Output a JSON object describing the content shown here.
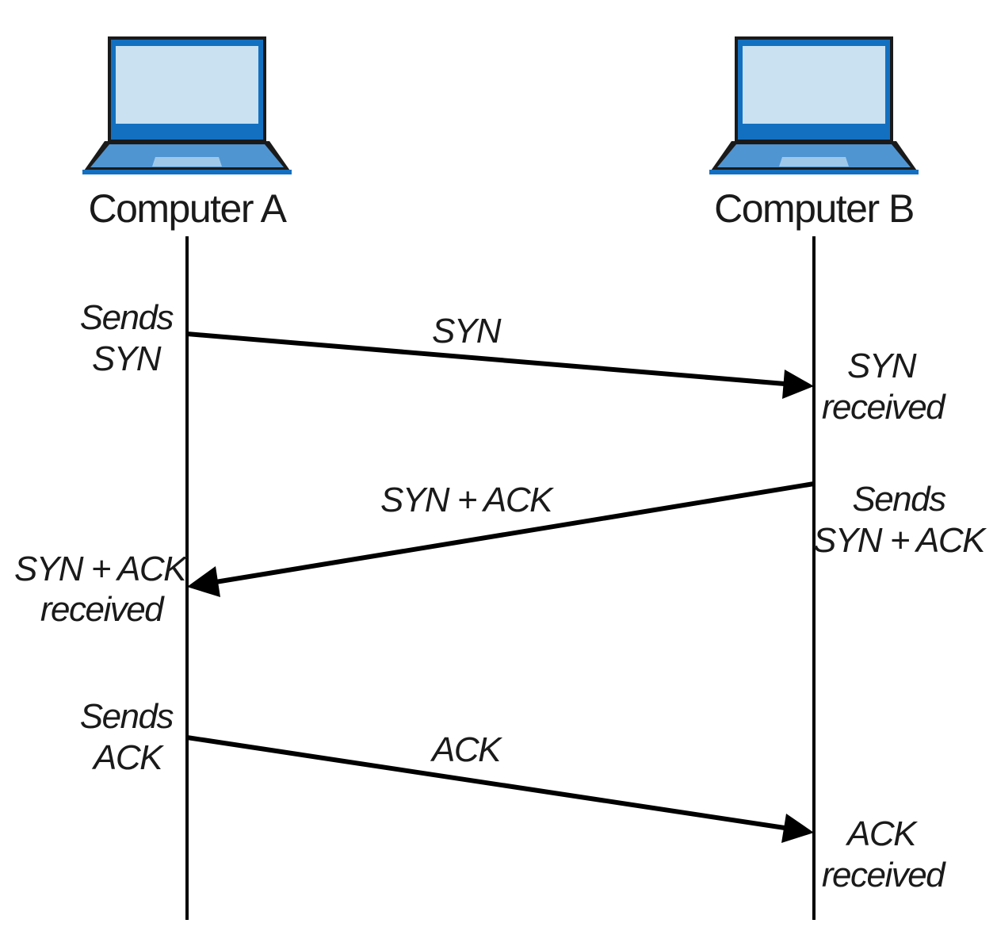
{
  "hosts": {
    "a": {
      "label": "Computer A"
    },
    "b": {
      "label": "Computer B"
    }
  },
  "colors": {
    "laptop_frame": "#1a1a1a",
    "laptop_screen": "#c9e1f1",
    "laptop_blue": "#1370c0",
    "laptop_keyboard": "#4f95d2",
    "laptop_trackpad": "#9fc8e8",
    "line": "#000000"
  },
  "steps": [
    {
      "message": "SYN",
      "sender_note": [
        "Sends",
        "SYN"
      ],
      "receiver_note": [
        "SYN",
        "received"
      ]
    },
    {
      "message": "SYN + ACK",
      "sender_note": [
        "Sends",
        "SYN + ACK"
      ],
      "receiver_note": [
        "SYN + ACK",
        "received"
      ]
    },
    {
      "message": "ACK",
      "sender_note": [
        "Sends",
        "ACK"
      ],
      "receiver_note": [
        "ACK",
        "received"
      ]
    }
  ]
}
